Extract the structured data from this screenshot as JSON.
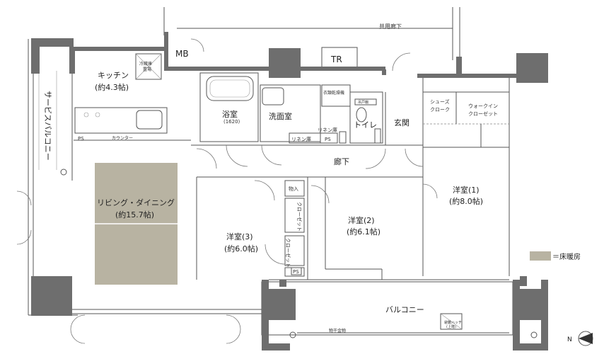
{
  "labels": {
    "corridor_shared": "共用廊下",
    "mb": "MB",
    "tr": "TR",
    "kitchen": "キッチン",
    "kitchen_size": "(約4.3帖)",
    "fridge": "冷蔵庫",
    "fridge2": "置場",
    "counter": "カウンター",
    "ps": "PS",
    "service_balcony": "サービスバルコニー",
    "bath": "浴室",
    "bath_size": "(1620)",
    "washroom": "洗面室",
    "dryer": "衣類乾燥機",
    "linen": "リネン庫",
    "toilet": "トイレ",
    "toilet_fixture": "吊戸棚",
    "entrance": "玄関",
    "shoes": "シューズ",
    "shoes2": "クローク",
    "walkin": "ウォークイン",
    "walkin2": "クローゼット",
    "hallway": "廊下",
    "living": "リビング・ダイニング",
    "living_size": "(約15.7帖)",
    "storage": "物入",
    "closet": "クローゼット",
    "room1": "洋室(1)",
    "room1_size": "(約8.0帖)",
    "room2": "洋室(2)",
    "room2_size": "(約6.1帖)",
    "room3": "洋室(3)",
    "room3_size": "(約6.0帖)",
    "balcony": "バルコニー",
    "hatch": "避難ハッチ",
    "hatch2": "(上階)",
    "laundry": "物干金物",
    "legend": "＝床暖房",
    "north": "N"
  },
  "colors": {
    "wall": "#6e6e6e",
    "floor_heating": "#b8b3a2",
    "text": "#222222"
  }
}
